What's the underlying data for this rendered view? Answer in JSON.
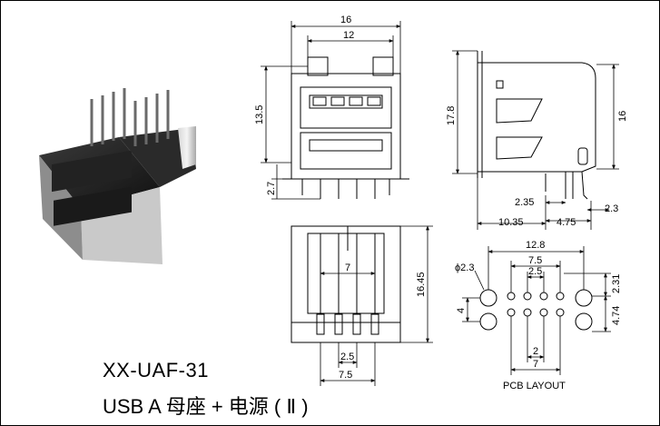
{
  "product": {
    "model": "XX-UAF-31",
    "description": "USB A 母座 + 电源 ( Ⅱ )"
  },
  "front_view": {
    "width_overall": "16",
    "width_inner": "12",
    "height": "13.5",
    "pin_length": "2.7"
  },
  "side_view": {
    "height_left": "17.8",
    "height_right": "16",
    "pin_pitch_a": "2.35",
    "pin_offset_b": "2.3",
    "base_length": "10.35",
    "pin_spacing": "4.75"
  },
  "bottom_view": {
    "depth": "16.45",
    "inner_width": "7",
    "pin_pitch": "2.5",
    "pin_span": "7.5"
  },
  "pcb_layout": {
    "label": "PCB LAYOUT",
    "span_total": "12.8",
    "span_outer": "7.5",
    "span_inner": "2.5",
    "hole_diameter": "ϕ2.3",
    "vertical_left": "4",
    "vertical_right_top": "2.31",
    "vertical_right_bottom": "4.74",
    "bottom_inner": "2",
    "bottom_outer": "7"
  }
}
